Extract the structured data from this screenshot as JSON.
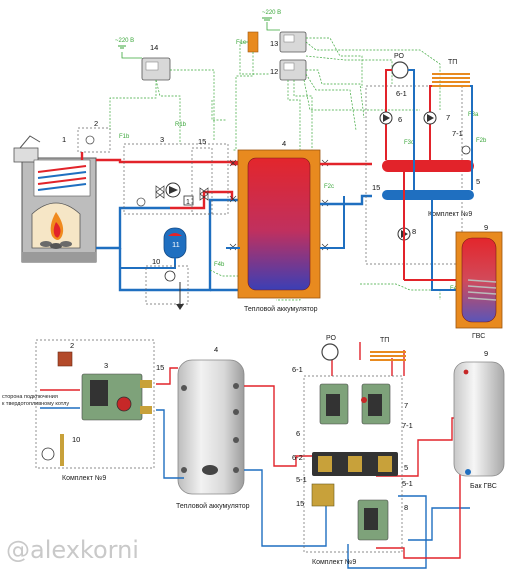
{
  "top": {
    "labels": {
      "n1": "1",
      "n2": "2",
      "n3": "3",
      "n4": "4",
      "n5": "5",
      "n6": "6",
      "n6_1": "6-1",
      "n7": "7",
      "n7_1": "7-1",
      "n8": "8",
      "n9": "9",
      "n10": "10",
      "n11": "11",
      "n12": "12",
      "n13": "13",
      "n14": "14",
      "n15a": "15",
      "n15b": "15",
      "ro": "РО",
      "tp": "ТП",
      "heat_acc": "Тепловой аккумулятор",
      "gvs": "ГВС",
      "kit9": "Комплект №9",
      "f1b": "F1b",
      "f2c": "F2c",
      "f3c": "F3c",
      "f4b": "F4b",
      "f4c": "F4c",
      "f1e": "F1e",
      "r1b": "R1b",
      "f2b": "F2b",
      "f3a": "F3a",
      "volt": "~220 В"
    }
  },
  "bottom": {
    "labels": {
      "n2": "2",
      "n3": "3",
      "n4": "4",
      "n5": "5",
      "n5_1": "5-1",
      "n5_1b": "5-1",
      "n6": "6",
      "n6_1": "6-1",
      "n6_2": "6-2",
      "n7": "7",
      "n7_1": "7-1",
      "n8": "8",
      "n9": "9",
      "n10": "10",
      "n15a": "15",
      "n15b": "15",
      "ro": "РО",
      "tp": "ТП",
      "side_line1": "сторона подключения",
      "side_line2": "к твердотопливному котлу",
      "kit9_left": "Комплект №9",
      "kit9_right": "Комплект №9",
      "heat_acc": "Тепловой аккумулятор",
      "tank_gvs": "Бак ГВС"
    }
  },
  "watermark": "@alexkorni",
  "colors": {
    "hot": "#e2232a",
    "cold": "#1f6fc0",
    "signal": "#3aa63a",
    "tank_frame": "#e88a1f"
  }
}
